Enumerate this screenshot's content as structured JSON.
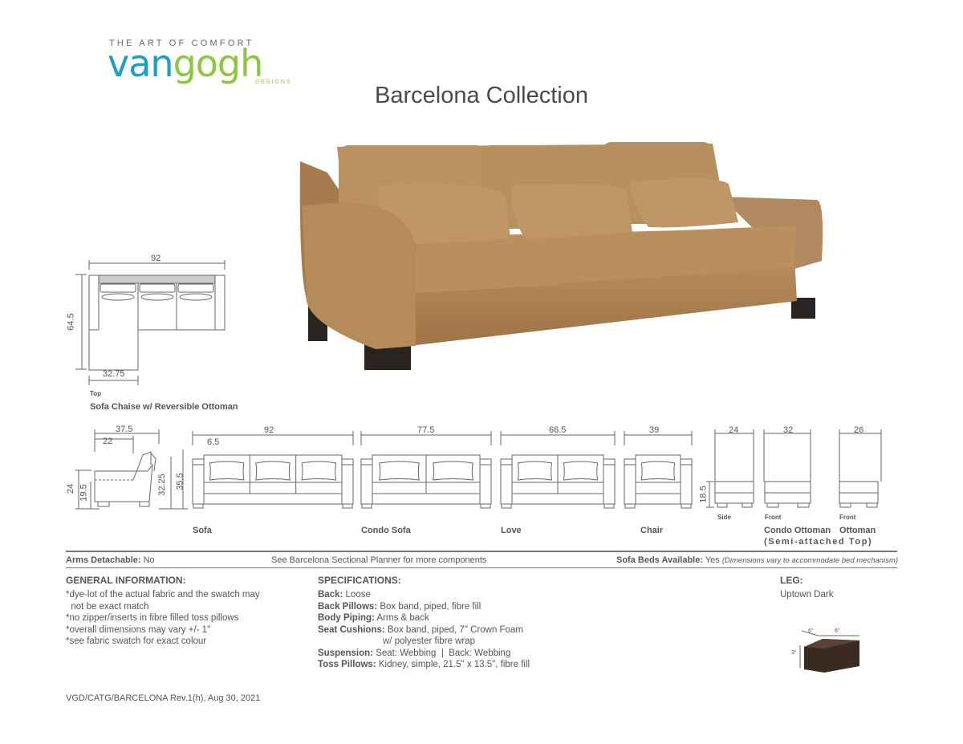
{
  "brand": {
    "tagline": "THE ART OF COMFORT",
    "logo_part1": "van",
    "logo_part2": "gogh",
    "logo_sub": "DESIGNS",
    "colors": {
      "van": "#1aa0c4",
      "gogh": "#8dc73f"
    }
  },
  "title": "Barcelona Collection",
  "product_photo": {
    "color": "#b48a5a",
    "legs": "#2a2420"
  },
  "chaise_diagram": {
    "width": "92",
    "depth": "64.5",
    "chaise_width": "32.75",
    "view": "Top",
    "label": "Sofa Chaise w/ Reversible Ottoman"
  },
  "side_diagram": {
    "depth": "37.5",
    "seat_depth": "22",
    "arm_height": "24",
    "seat_height": "19.5",
    "back_height": "32.25",
    "overall_height": "35.5"
  },
  "elevations": [
    {
      "name": "Sofa",
      "width": "92",
      "arm": "6.5"
    },
    {
      "name": "Condo Sofa",
      "width": "77.5"
    },
    {
      "name": "Love",
      "width": "66.5"
    },
    {
      "name": "Chair",
      "width": "39"
    }
  ],
  "ottomans": {
    "side_width": "24",
    "side_height": "18.5",
    "side_view": "Side",
    "condo_width": "32",
    "condo_view": "Front",
    "ottoman_width": "26",
    "ottoman_view": "Front",
    "condo_label": "Condo Ottoman",
    "ottoman_label": "Ottoman",
    "note": "(Semi-attached Top)"
  },
  "info_row": {
    "arms_label": "Arms Detachable:",
    "arms_value": "No",
    "planner": "See Barcelona Sectional Planner for more components",
    "beds_label": "Sofa Beds Available:",
    "beds_value": "Yes",
    "beds_note": "(Dimensions vary to accommodate bed mechanism)"
  },
  "general": {
    "heading": "GENERAL INFORMATION:",
    "lines": [
      "*dye-lot of the actual fabric and the swatch may",
      "  not be exact match",
      "*no zipper/inserts in fibre filled toss pillows",
      "*overall dimensions may vary +/- 1\"",
      "*see fabric swatch for exact colour"
    ]
  },
  "specs": {
    "heading": "SPECIFICATIONS:",
    "items": [
      {
        "label": "Back:",
        "value": "Loose"
      },
      {
        "label": "Back Pillows:",
        "value": "Box band, piped, fibre fill"
      },
      {
        "label": "Body Piping:",
        "value": "Arms & back"
      },
      {
        "label": "Seat Cushions:",
        "value": "Box band, piped, 7\" Crown Foam"
      },
      {
        "label": "",
        "value": "w/ polyester fibre wrap"
      },
      {
        "label": "Suspension:",
        "value": "Seat: Webbing  |  Back: Webbing"
      },
      {
        "label": "Toss Pillows:",
        "value": "Kidney, simple, 21.5\" x 13.5\", fibre fill"
      }
    ]
  },
  "leg": {
    "heading": "LEG:",
    "value": "Uptown Dark",
    "dim_w1": "6\"",
    "dim_w2": "6\"",
    "dim_h": "3\"",
    "color": "#3a2a22"
  },
  "footer": "VGD/CATG/BARCELONA Rev.1(h), Aug 30, 2021"
}
